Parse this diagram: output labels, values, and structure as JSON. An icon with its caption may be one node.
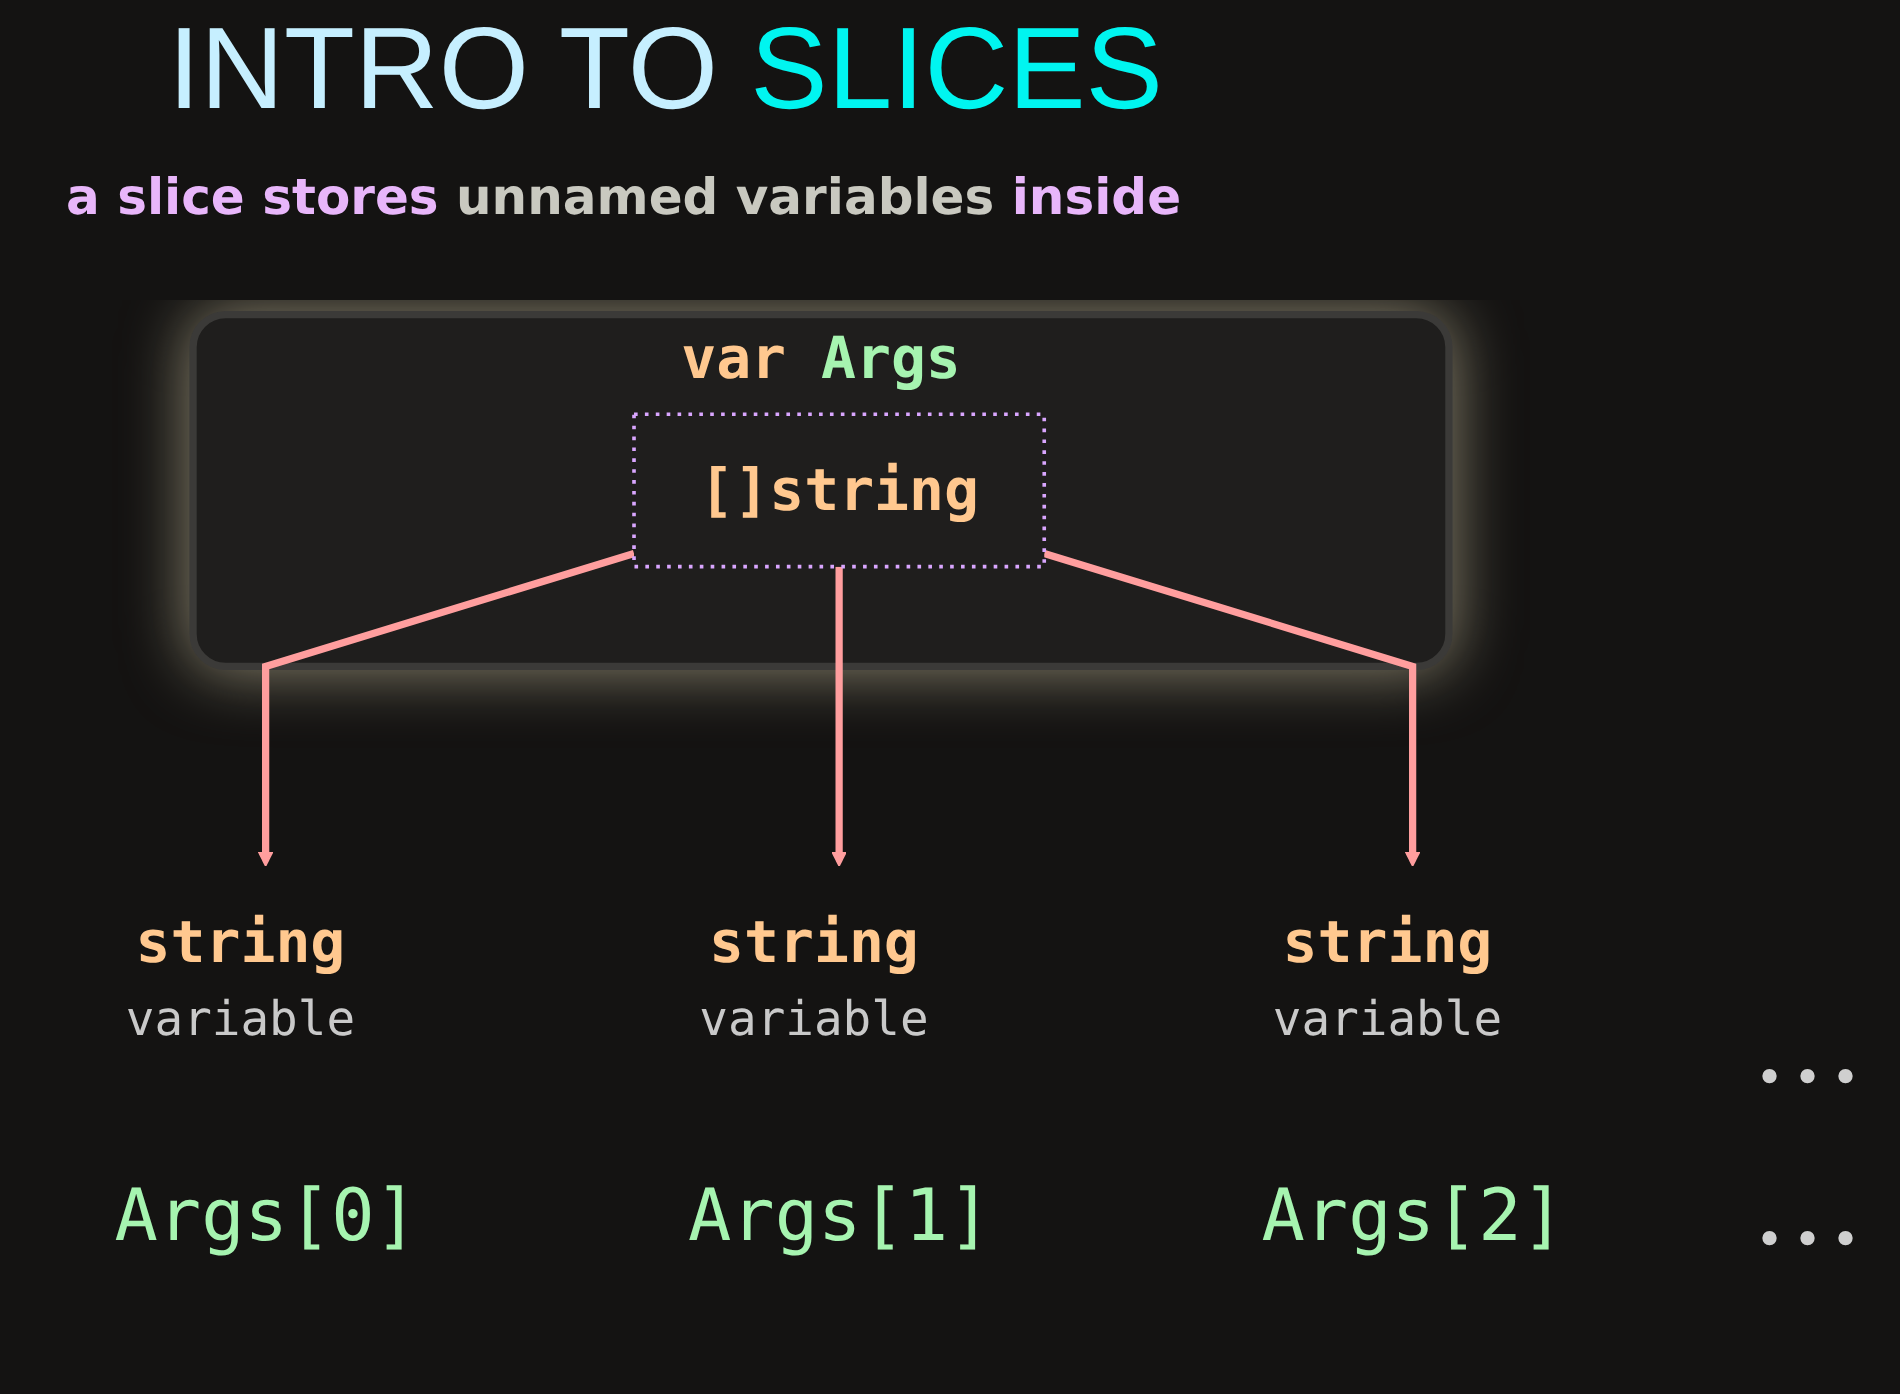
{
  "diagram": {
    "title": "INTRO TO SLICES",
    "caption": "a slice stores unnamed variables inside",
    "nodes": [
      {
        "text": [
          "var Args"
        ]
      },
      {
        "text": [
          "[]string"
        ],
        "in": 0
      },
      {
        "text": [
          "string",
          "variable"
        ],
        "beside": [
          "Args[0]"
        ]
      },
      {
        "text": [
          "string",
          "variable"
        ],
        "beside": [
          "Args[1]"
        ]
      },
      {
        "text": [
          "string",
          "variable"
        ],
        "beside": [
          "Args[2]"
        ]
      }
    ],
    "edges": [
      {
        "from": 1,
        "to": 2,
        "arrow": "to"
      },
      {
        "from": 1,
        "to": 3,
        "arrow": "to"
      },
      {
        "from": 1,
        "to": 4,
        "arrow": "to"
      }
    ],
    "labels": [
      "...",
      "..."
    ]
  }
}
